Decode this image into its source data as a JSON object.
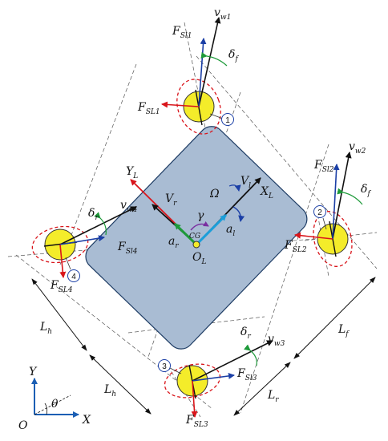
{
  "wheels": [
    {
      "number": "1",
      "long_force": "F",
      "long_force_sub": "Sl1",
      "lat_force": "F",
      "lat_force_sub": "SL1",
      "velocity": "v",
      "velocity_sub": "w1",
      "angle": "δ",
      "angle_sub": "f"
    },
    {
      "number": "2",
      "long_force": "F",
      "long_force_sub": "Sl2",
      "lat_force": "F",
      "lat_force_sub": "SL2",
      "velocity": "v",
      "velocity_sub": "w2",
      "angle": "δ",
      "angle_sub": "f"
    },
    {
      "number": "3",
      "long_force": "F",
      "long_force_sub": "Sl3",
      "lat_force": "F",
      "lat_force_sub": "SL3",
      "velocity": "v",
      "velocity_sub": "w3",
      "angle": "δ",
      "angle_sub": "r"
    },
    {
      "number": "4",
      "long_force": "F",
      "long_force_sub": "Sl4",
      "lat_force": "F",
      "lat_force_sub": "SL4",
      "velocity": "v",
      "velocity_sub": "w4",
      "angle": "δ",
      "angle_sub": "r"
    }
  ],
  "body_frame": {
    "x_axis": "X",
    "x_axis_sub": "L",
    "y_axis": "Y",
    "y_axis_sub": "L",
    "origin": "O",
    "origin_sub": "L",
    "cg": "CG"
  },
  "kinematics": {
    "v_long": "V",
    "v_long_sub": "l",
    "v_rot": "V",
    "v_rot_sub": "r",
    "omega": "Ω",
    "gamma": "γ",
    "a_long": "a",
    "a_long_sub": "l",
    "a_rot": "a",
    "a_rot_sub": "r"
  },
  "dimensions": {
    "lh": "L",
    "lh_sub": "h",
    "lf": "L",
    "lf_sub": "f",
    "lr": "L",
    "lr_sub": "r"
  },
  "global_frame": {
    "x": "X",
    "y": "Y",
    "origin": "O",
    "angle": "θ"
  },
  "colors": {
    "body_fill": "#a9bcd3",
    "body_stroke": "#1e3c64",
    "wheel_fill": "#f4ec2a",
    "arrow_red": "#d9151b",
    "arrow_blue": "#1b3fa6",
    "arrow_green": "#1e9a3a",
    "arrow_cyan": "#1b9ed9",
    "arrow_purple": "#7a2fa0",
    "ground_frame": "#1b5fb4"
  }
}
